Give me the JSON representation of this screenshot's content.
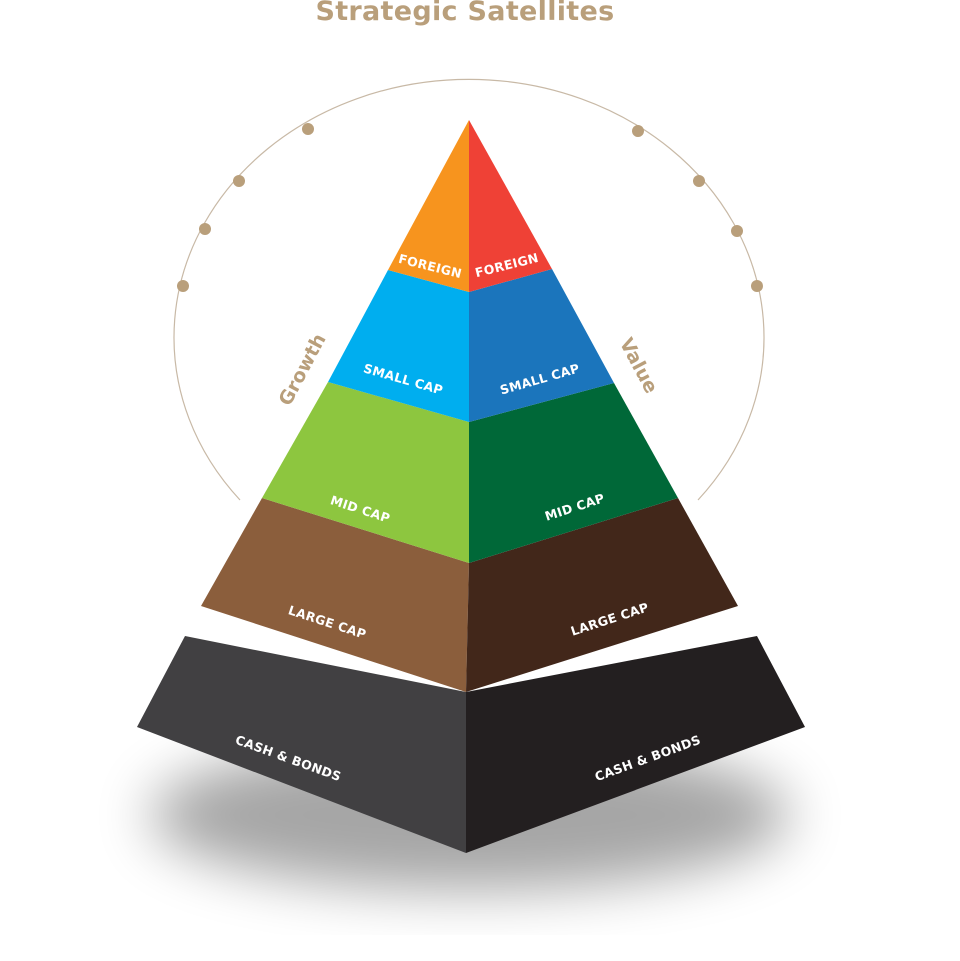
{
  "title": "Strategic Satellites",
  "arc_labels": {
    "left": "Growth",
    "right": "Value"
  },
  "tiers": [
    {
      "left_label": "FOREIGN",
      "right_label": "FOREIGN",
      "left_color": "#f7941e",
      "right_color": "#ef4136"
    },
    {
      "left_label": "SMALL CAP",
      "right_label": "SMALL CAP",
      "left_color": "#00aeef",
      "right_color": "#1b75bc"
    },
    {
      "left_label": "MID CAP",
      "right_label": "MID CAP",
      "left_color": "#8dc63f",
      "right_color": "#006838"
    },
    {
      "left_label": "LARGE CAP",
      "right_label": "LARGE CAP",
      "left_color": "#8b5e3c",
      "right_color": "#42271a"
    },
    {
      "left_label": "CASH & BONDS",
      "right_label": "CASH & BONDS",
      "left_color": "#414042",
      "right_color": "#231f20"
    }
  ],
  "colors": {
    "accent": "#b99f7b",
    "arc": "#c8b9a6"
  }
}
